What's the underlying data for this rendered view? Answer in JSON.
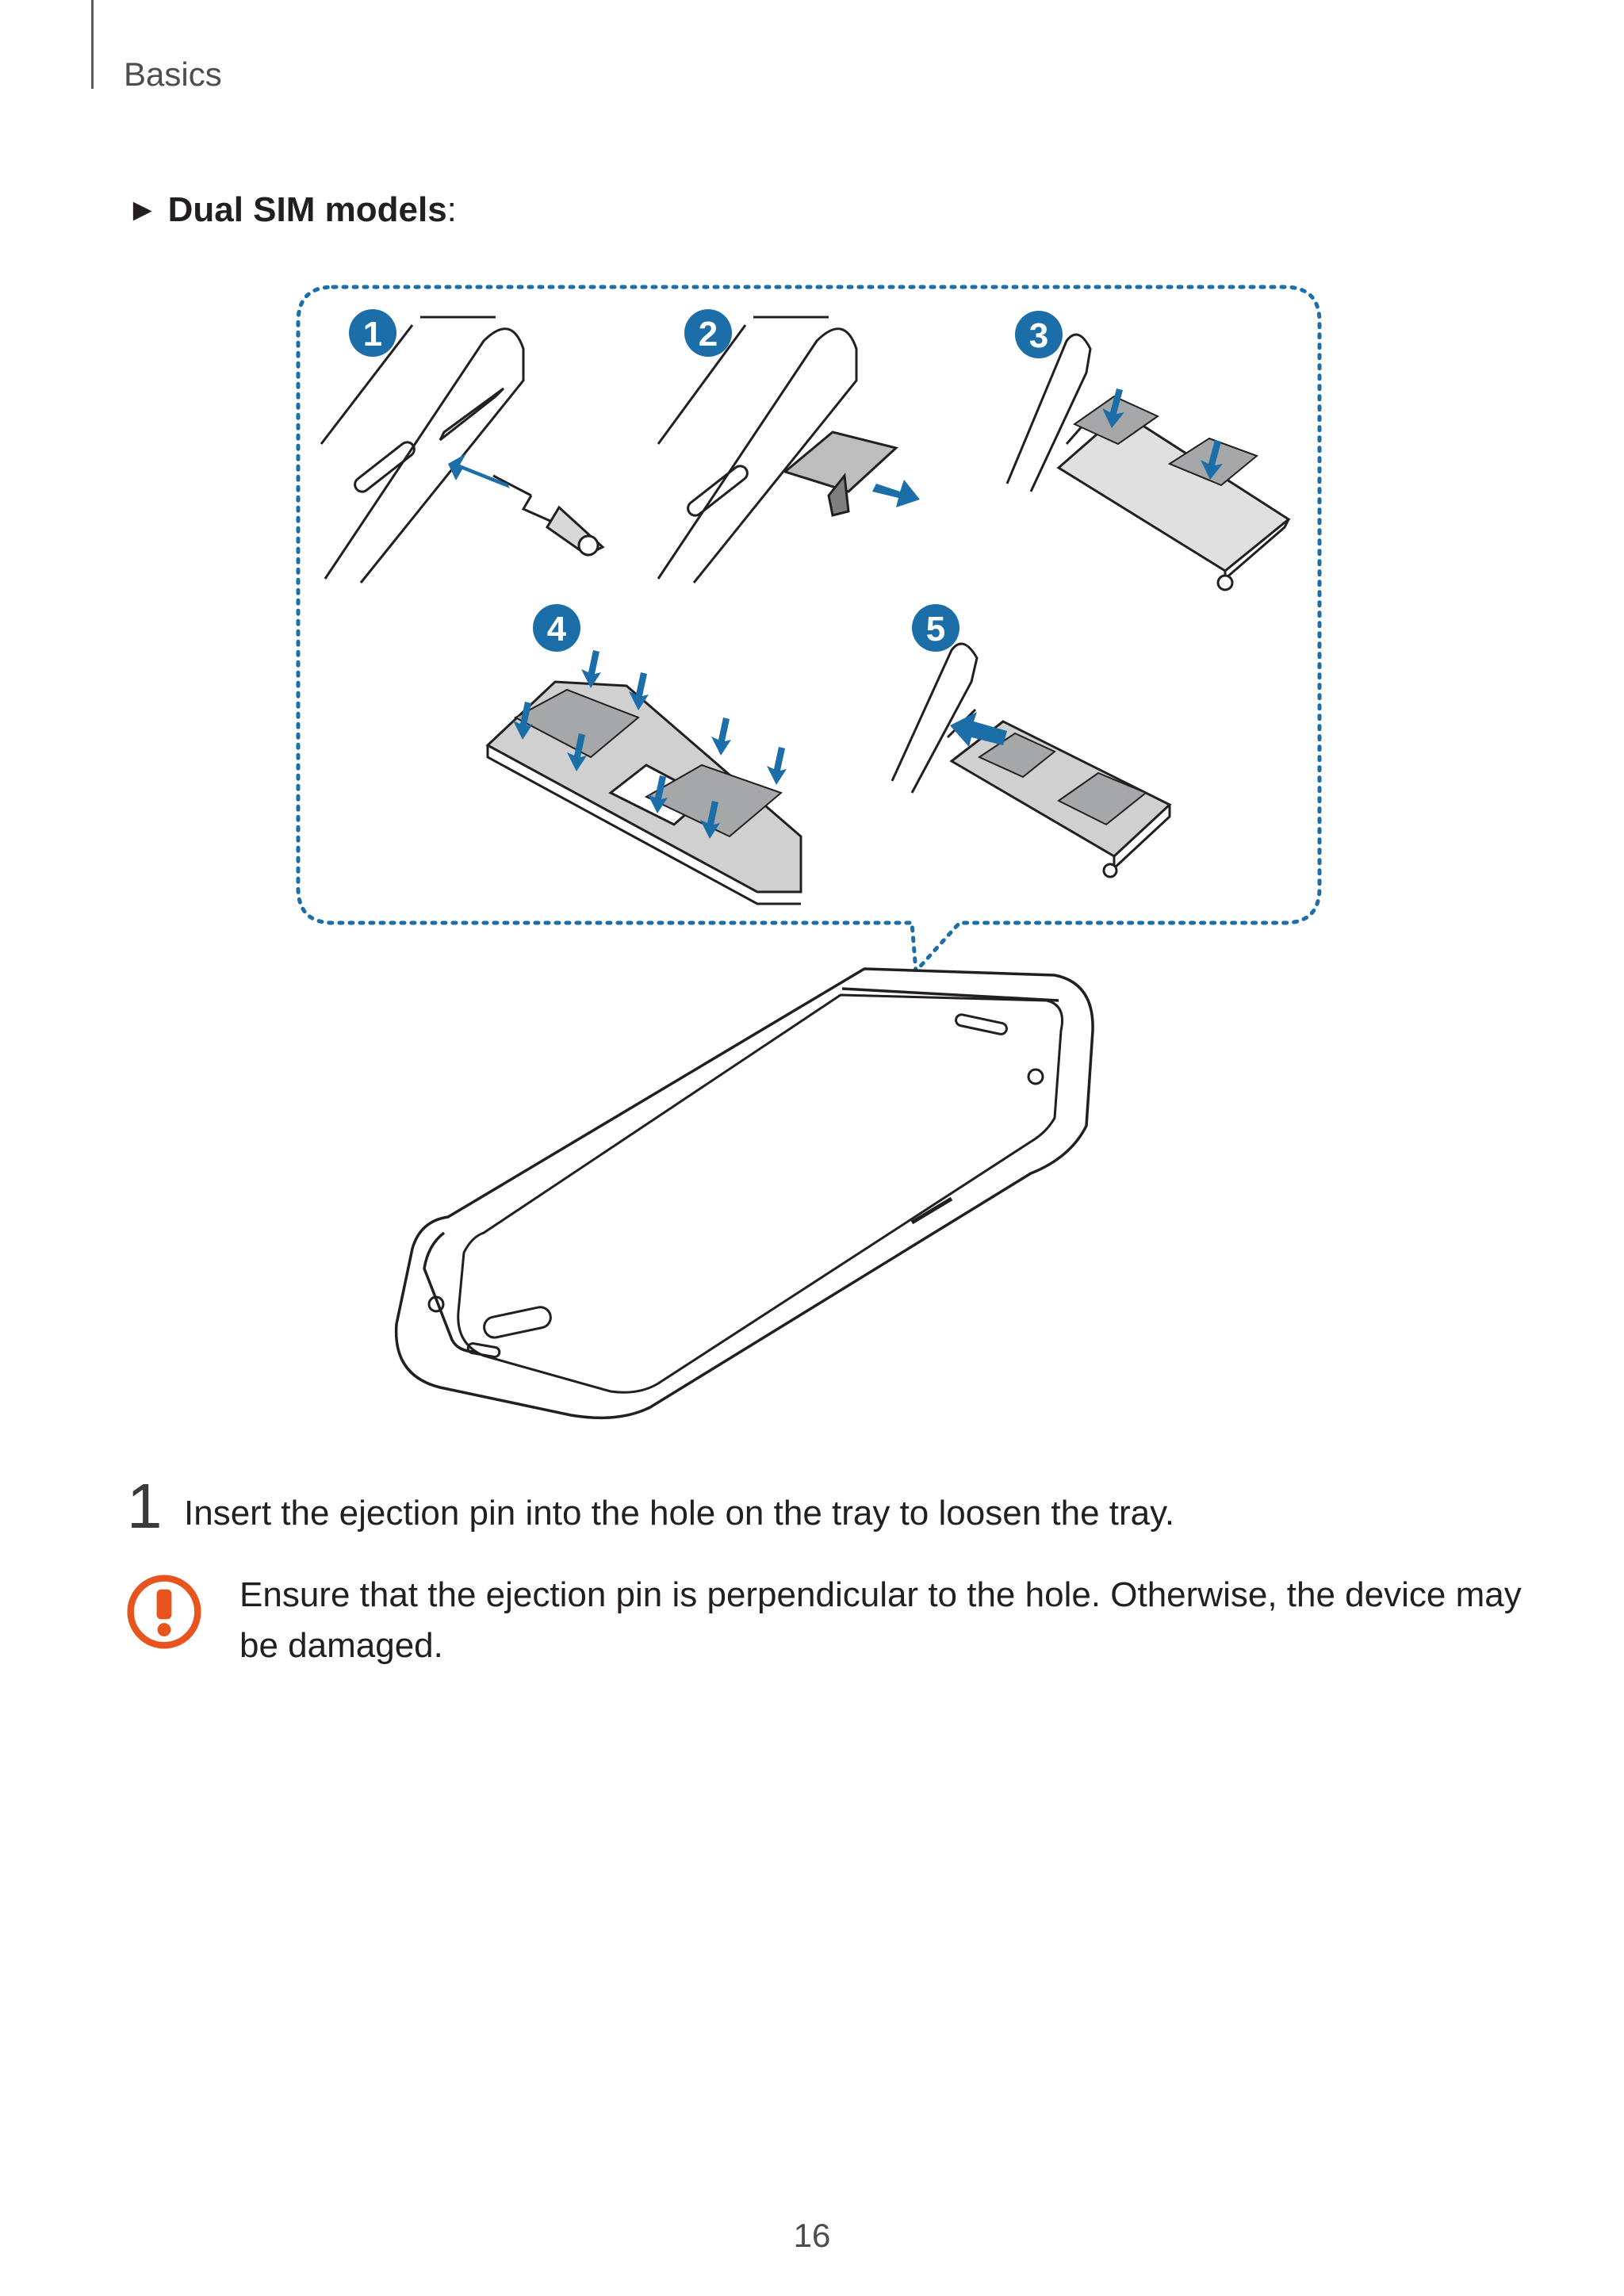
{
  "header": {
    "section": "Basics"
  },
  "heading": {
    "arrow": "►",
    "label": "Dual SIM models",
    "colon": ":"
  },
  "callout_numbers": [
    "1",
    "2",
    "3",
    "4",
    "5"
  ],
  "colors": {
    "accent_blue": "#1b6ea8",
    "caution_orange": "#e8541e",
    "line": "#231f20",
    "sim_gray": "#9a9b9d"
  },
  "icons": {
    "caution": "caution-icon"
  },
  "step": {
    "number": "1",
    "text": "Insert the ejection pin into the hole on the tray to loosen the tray."
  },
  "caution": {
    "text": "Ensure that the ejection pin is perpendicular to the hole. Otherwise, the device may be damaged."
  },
  "page_number": "16"
}
